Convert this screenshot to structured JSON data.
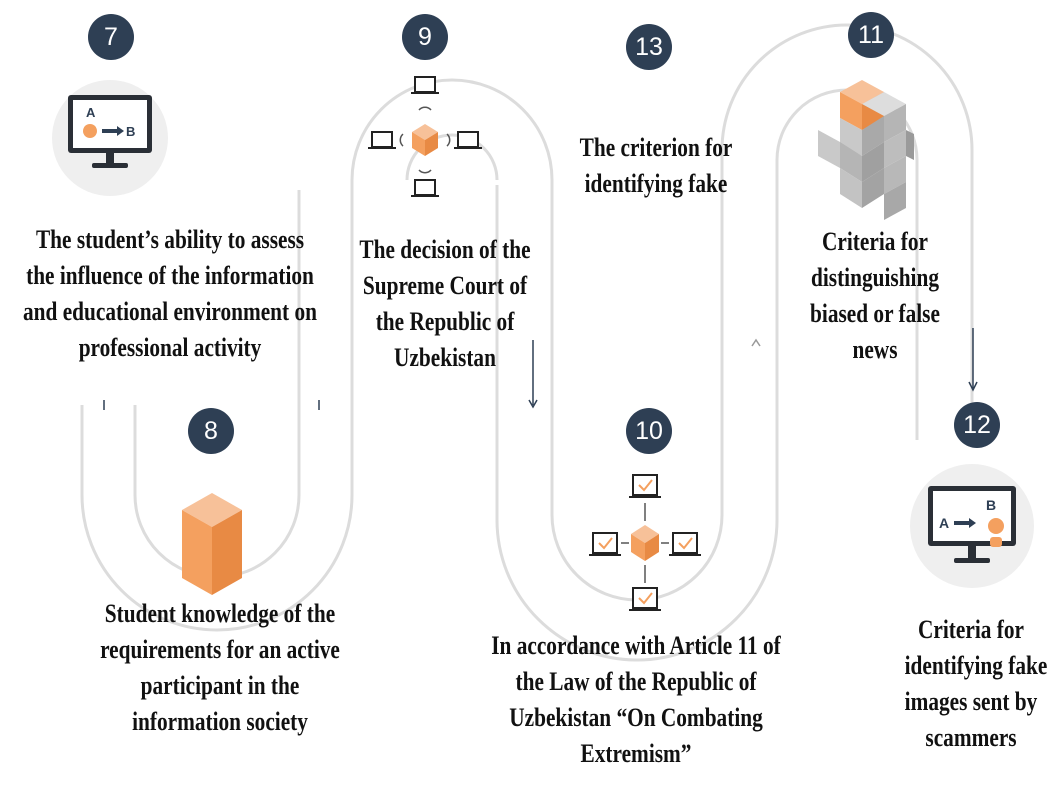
{
  "colors": {
    "badge": "#2e3f54",
    "accent": "#f4a05f",
    "path": "#d9d9d9",
    "text": "#111111"
  },
  "steps": [
    {
      "number": "7",
      "icon": "monitor-a-to-b-icon",
      "a": "A",
      "b": "B",
      "lines": [
        "The student’s ability to assess",
        "the influence of the information",
        "and educational environment on",
        "professional activity"
      ]
    },
    {
      "number": "8",
      "icon": "orange-cube-icon",
      "lines": [
        "Student knowledge of the",
        "requirements for an active",
        "participant in the",
        "information society"
      ]
    },
    {
      "number": "9",
      "icon": "network-hub-icon",
      "lines": [
        "The decision of the",
        "Supreme Court of",
        "the Republic of",
        "Uzbekistan"
      ]
    },
    {
      "number": "10",
      "icon": "network-checks-icon",
      "lines": [
        "In accordance with Article 11 of",
        "the Law of the Republic of",
        "Uzbekistan “On Combating",
        "Extremism”"
      ]
    },
    {
      "number": "11",
      "icon": "cube-stack-icon",
      "lines": [
        "Criteria for",
        "distinguishing",
        "biased or false",
        "news"
      ]
    },
    {
      "number": "12",
      "icon": "monitor-a-to-b-icon",
      "a": "A",
      "b": "B",
      "lines": [
        "Criteria for",
        "identifying fake",
        "images sent by",
        "scammers"
      ]
    },
    {
      "number": "13",
      "lines": [
        "The criterion for",
        "identifying fake"
      ]
    }
  ]
}
